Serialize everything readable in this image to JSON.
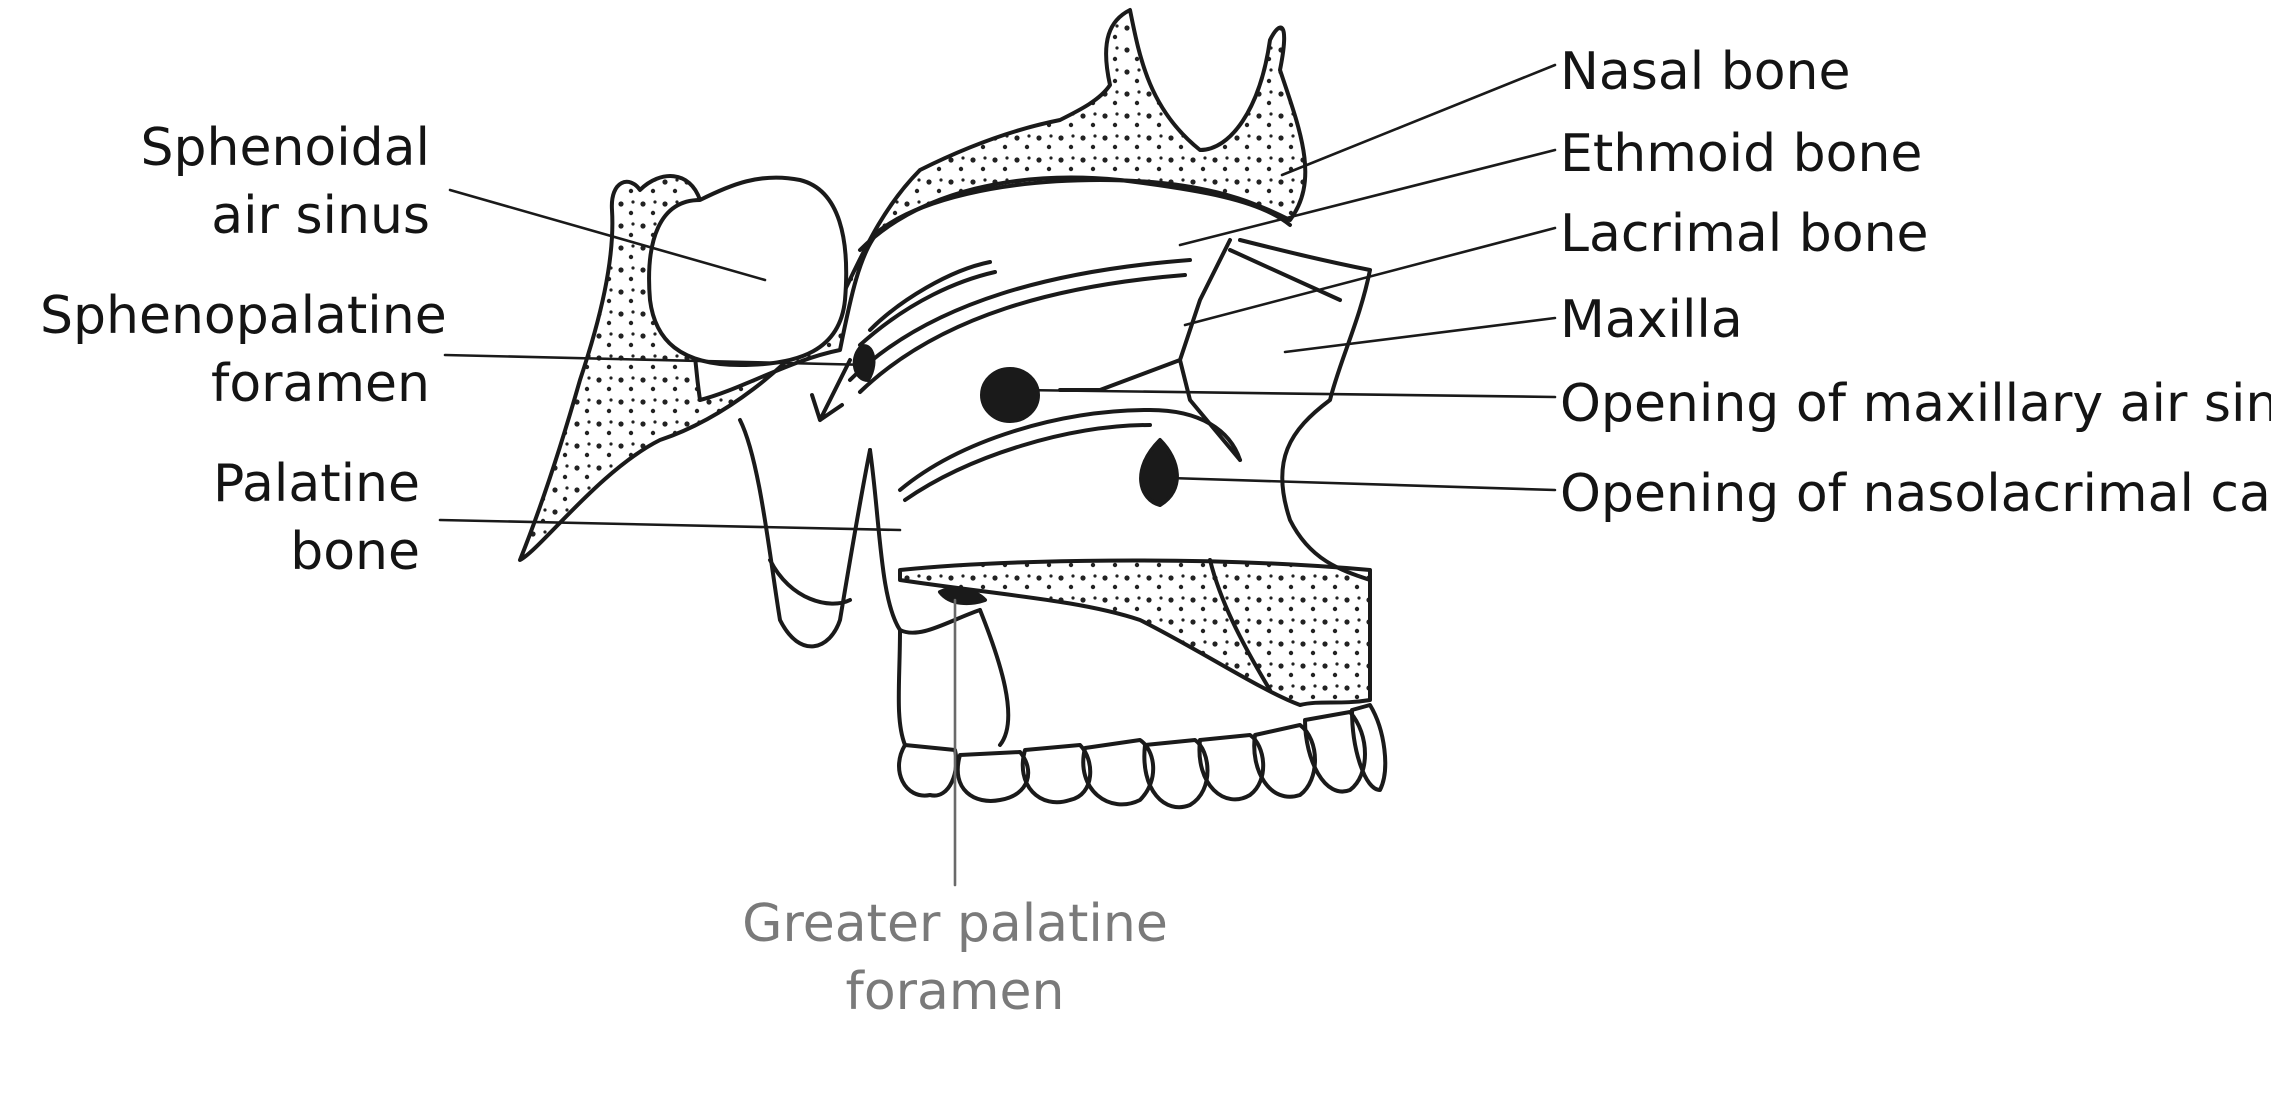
{
  "labels": {
    "sphenoidal_line1": "Sphenoidal",
    "sphenoidal_line2": "air sinus",
    "sphenopalatine_line1": "Sphenopalatine",
    "sphenopalatine_line2": "foramen",
    "palatine_line1": "Palatine",
    "palatine_line2": "bone",
    "nasal_bone": "Nasal bone",
    "ethmoid_bone": "Ethmoid bone",
    "lacrimal_bone": "Lacrimal bone",
    "maxilla": "Maxilla",
    "maxillary_opening": "Opening of maxillary air sinus",
    "nasolacrimal_opening": "Opening of nasolacrimal canal",
    "greater_palatine_line1": "Greater palatine",
    "greater_palatine_line2": "foramen"
  },
  "colors": {
    "ink": "#141414",
    "faded_label": "#7a7a7a",
    "background": "#ffffff"
  }
}
